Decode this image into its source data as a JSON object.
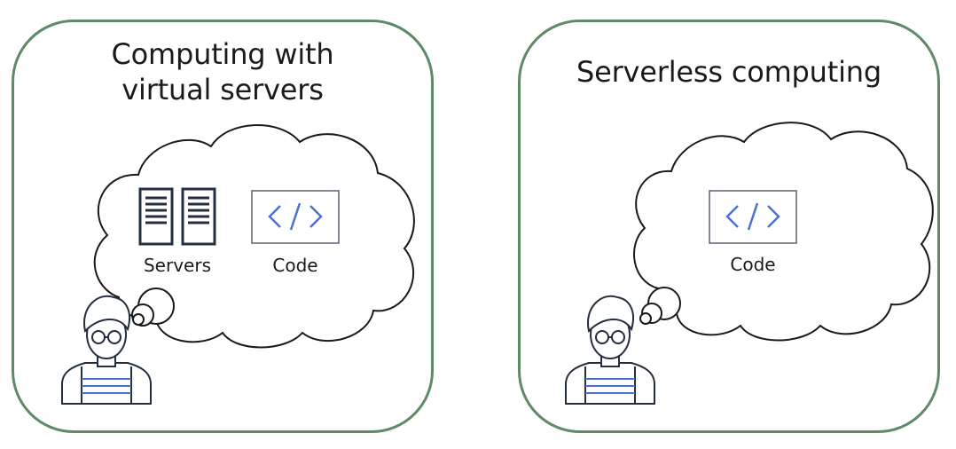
{
  "colors": {
    "panel_border": "#5f8a68",
    "code_accent": "#4a72d6",
    "stroke": "#232f3e",
    "shirt_stripe": "#4a72d6"
  },
  "panels": [
    {
      "title": "Computing with\nvirtual servers",
      "items": [
        {
          "icon": "server-icon",
          "label": "Servers"
        },
        {
          "icon": "code-icon",
          "label": "Code"
        }
      ]
    },
    {
      "title": "Serverless computing",
      "items": [
        {
          "icon": "code-icon",
          "label": "Code"
        }
      ]
    }
  ]
}
